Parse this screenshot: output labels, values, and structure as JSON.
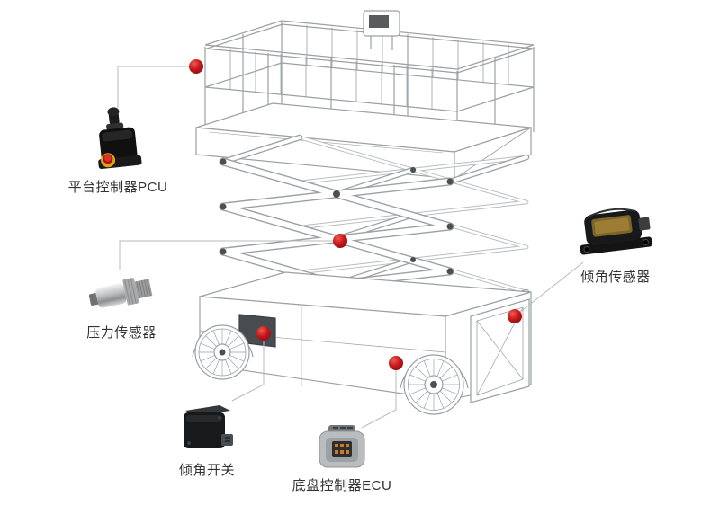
{
  "diagram": {
    "subject": "scissor-lift-component-diagram",
    "background_color": "#ffffff",
    "wireframe_color": "#9aa0a4",
    "callout_line_color": "#b9b9b9",
    "marker_color": "#c4161c"
  },
  "callouts": [
    {
      "id": "platform-pcu",
      "label": "平台控制器PCU",
      "device_icon": "joystick-controller-icon"
    },
    {
      "id": "pressure-sensor",
      "label": "压力传感器",
      "device_icon": "pressure-sensor-icon"
    },
    {
      "id": "tilt-switch",
      "label": "倾角开关",
      "device_icon": "tilt-switch-icon"
    },
    {
      "id": "chassis-ecu",
      "label": "底盘控制器ECU",
      "device_icon": "ecu-module-icon"
    },
    {
      "id": "tilt-sensor",
      "label": "倾角传感器",
      "device_icon": "tilt-sensor-icon"
    }
  ]
}
